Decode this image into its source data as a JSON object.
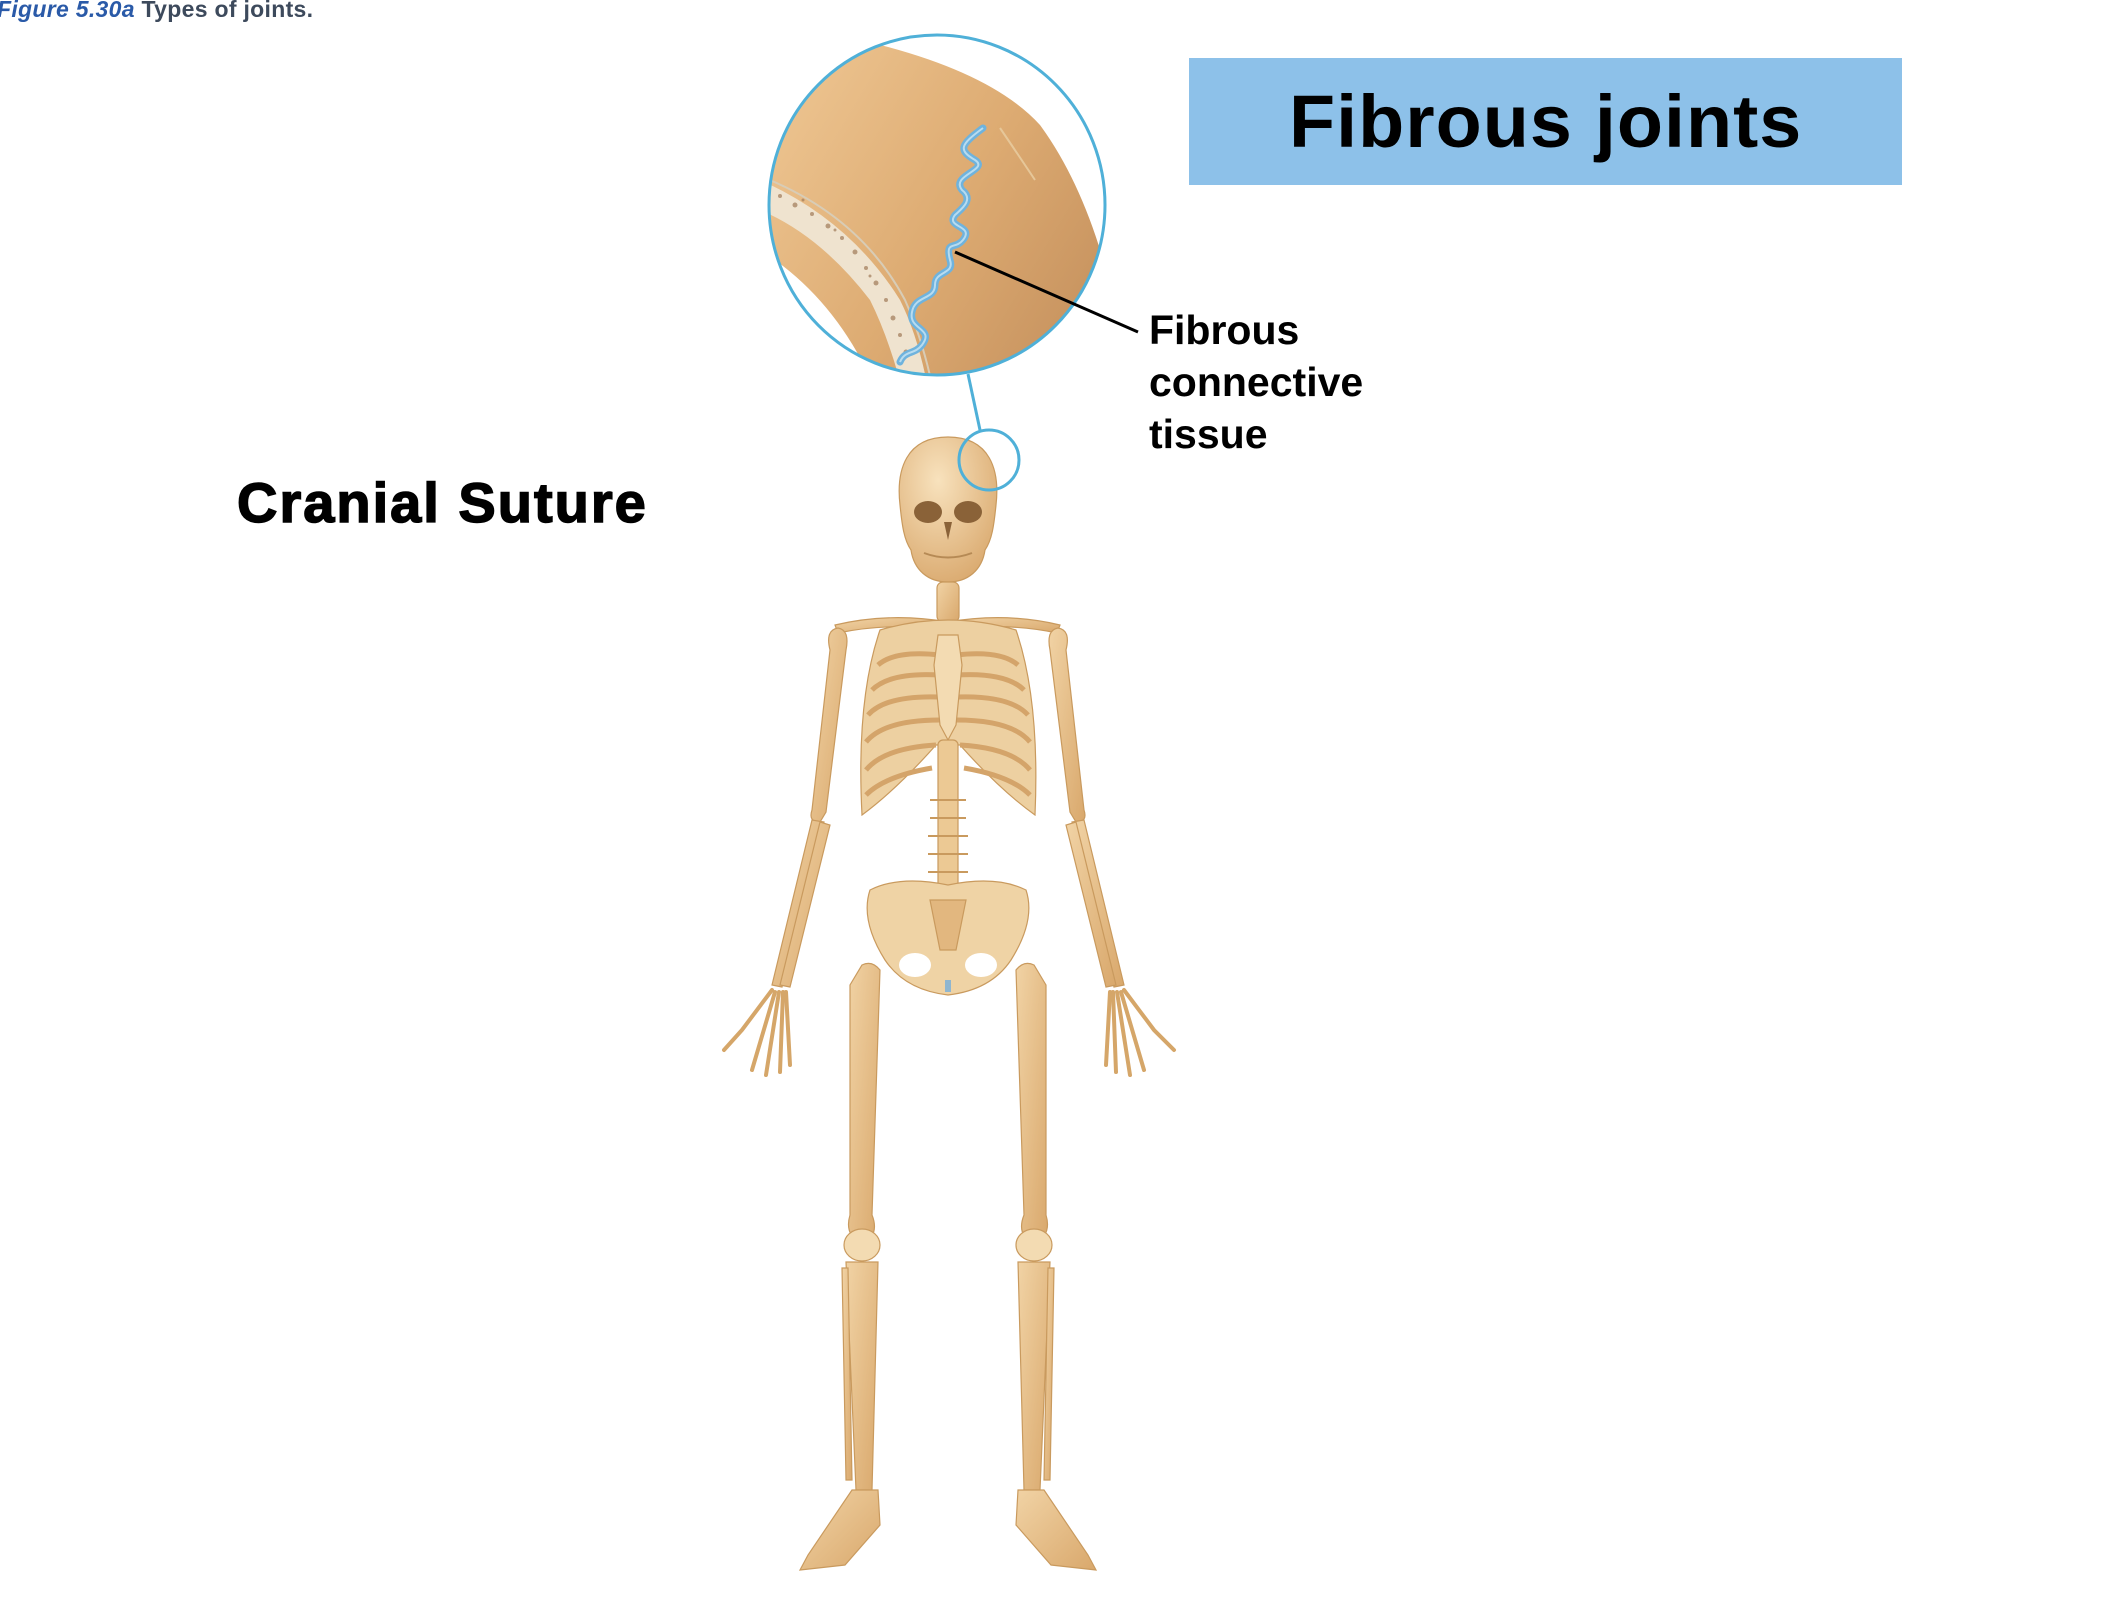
{
  "caption": {
    "figure_number": "Figure 5.30a",
    "description": "Types of joints."
  },
  "title": "Fibrous joints",
  "joint_example": "Cranial Suture",
  "callout": {
    "lines": [
      "Fibrous",
      "connective",
      "tissue"
    ]
  },
  "illustration": {
    "subject": "full human skeleton, anterior view",
    "magnified_region": "cranial suture on skull",
    "magnifier_color": "#4fb0d8",
    "bone_color": "#e2b77f",
    "suture_color": "#6fb3dd"
  },
  "colors": {
    "title_background": "#8dc1e9",
    "caption_figure": "#2a5aa8",
    "caption_text": "#3d4a5c"
  }
}
